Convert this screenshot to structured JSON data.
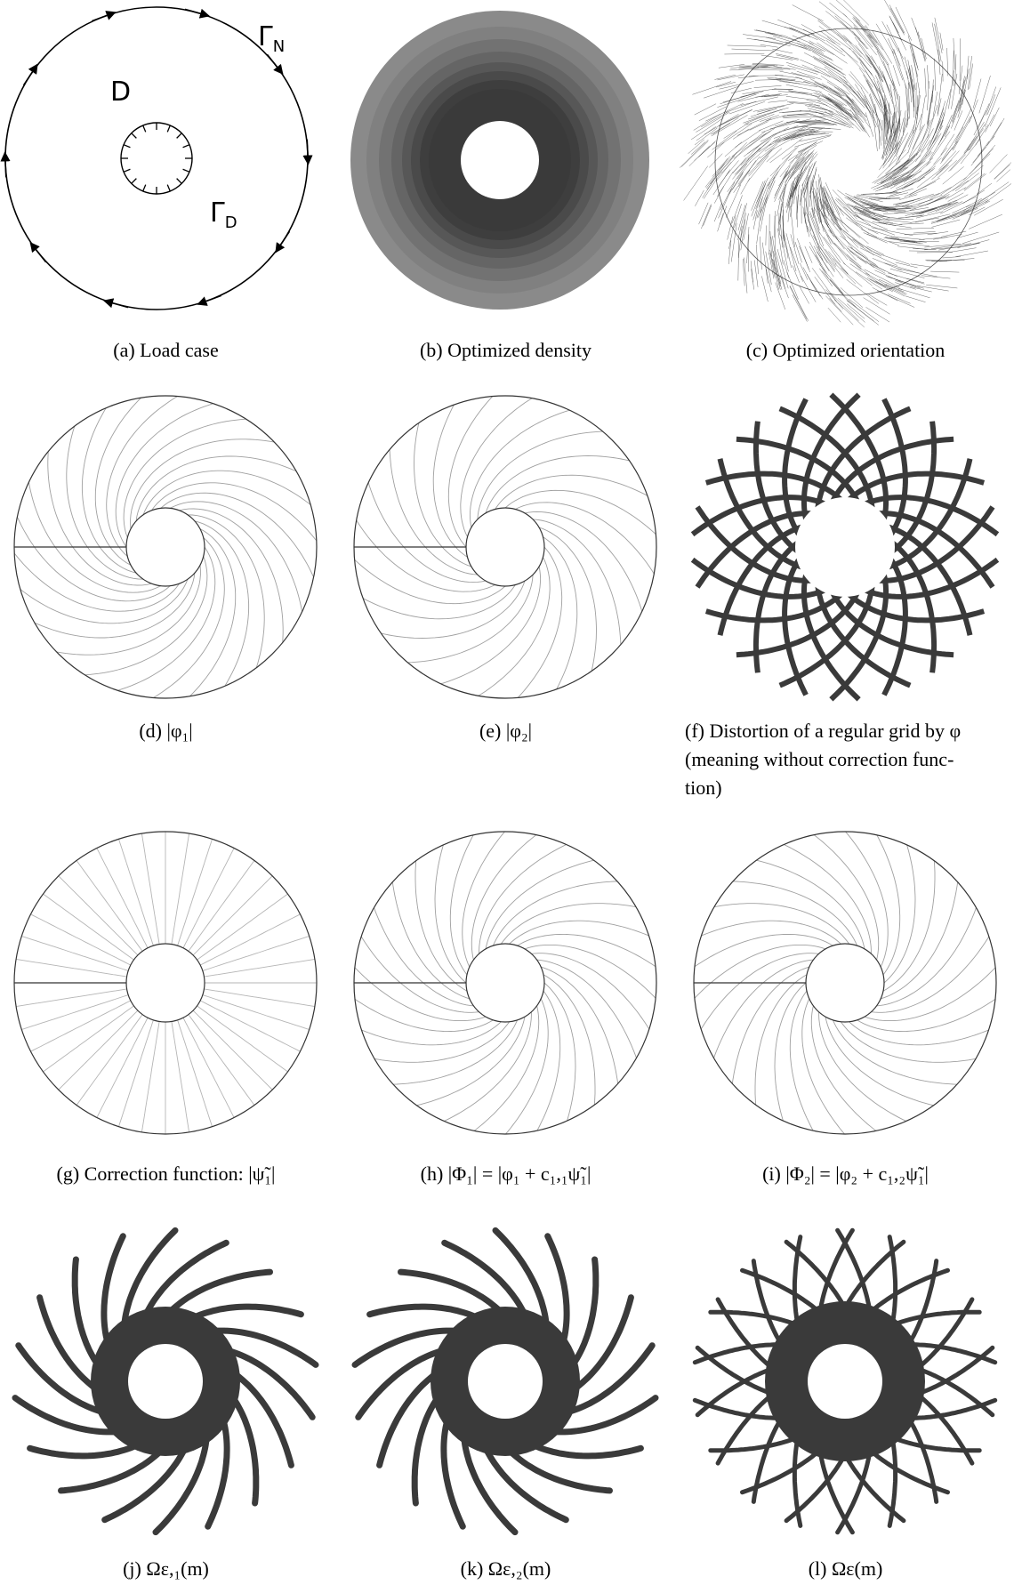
{
  "panels": {
    "a": {
      "caption": "(a) Load case",
      "label_D": "D",
      "label_gamma_n": "Γ",
      "label_gamma_n_sub": "N",
      "label_gamma_d": "Γ",
      "label_gamma_d_sub": "D"
    },
    "b": {
      "caption": "(b) Optimized density"
    },
    "c": {
      "caption": "(c) Optimized orientation"
    },
    "d": {
      "caption": "(d) |φ₁|"
    },
    "e": {
      "caption": "(e) |φ₂|"
    },
    "f": {
      "caption_line1": "(f) Distortion of a regular grid by φ",
      "caption_line2": "(meaning without correction func-",
      "caption_line3": "tion)"
    },
    "g": {
      "caption": "(g) Correction function: |ψ̃₁|"
    },
    "h": {
      "caption": "(h) |Φ₁| = |φ₁ + c₁,₁ψ̃₁|"
    },
    "i": {
      "caption": "(i) |Φ₂| = |φ₂ + c₁,₂ψ̃₁|"
    },
    "j": {
      "caption": "(j) Ωε,₁(m)"
    },
    "k": {
      "caption": "(k) Ωε,₂(m)"
    },
    "l": {
      "caption": "(l) Ωε(m)"
    }
  },
  "colors": {
    "dark": "#3a3a3a",
    "mid": "#7a7a7a",
    "line": "#000000",
    "thin": "#9a9a9a"
  }
}
